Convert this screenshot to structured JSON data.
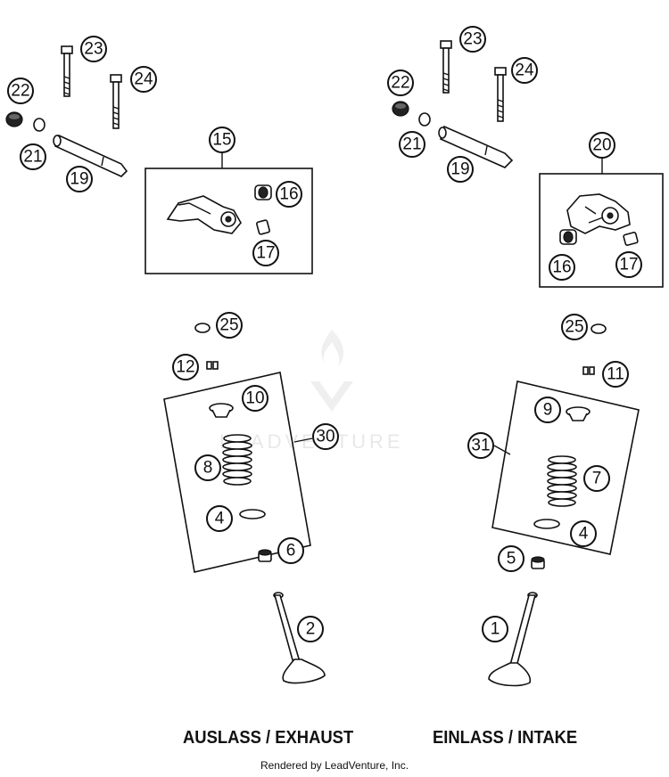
{
  "watermark": {
    "text": "LEADVENTURE"
  },
  "callouts": {
    "c1": "1",
    "c2": "2",
    "c4a": "4",
    "c4b": "4",
    "c5": "5",
    "c6": "6",
    "c7": "7",
    "c8": "8",
    "c9": "9",
    "c10": "10",
    "c11": "11",
    "c12": "12",
    "c15": "15",
    "c16a": "16",
    "c16b": "16",
    "c17a": "17",
    "c17b": "17",
    "c19a": "19",
    "c19b": "19",
    "c20": "20",
    "c21a": "21",
    "c21b": "21",
    "c22a": "22",
    "c22b": "22",
    "c23a": "23",
    "c23b": "23",
    "c24a": "24",
    "c24b": "24",
    "c25a": "25",
    "c25b": "25",
    "c30": "30",
    "c31": "31"
  },
  "labels": {
    "exhaust": "AUSLASS / EXHAUST",
    "intake": "EINLASS / INTAKE"
  },
  "footer": "Rendered by LeadVenture, Inc."
}
